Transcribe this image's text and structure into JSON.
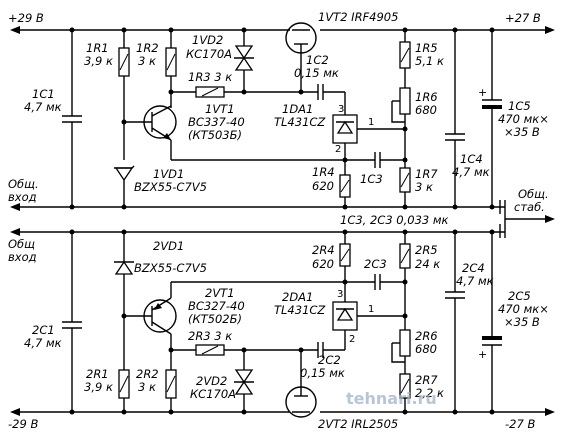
{
  "rails": {
    "top_left": "+29 В",
    "top_right": "+27 В",
    "bottom_left": "-29 В",
    "bottom_right": "-27 В",
    "common_input_top_1": "Общ.",
    "common_input_top_2": "вход",
    "common_input_bot_1": "Общ",
    "common_input_bot_2": "вход",
    "common_stab_1": "Общ.",
    "common_stab_2": "стаб."
  },
  "shared_cap": "1С3, 2С3 0,033 мк",
  "upper": {
    "r1": {
      "ref": "1R1",
      "val": "3,9 к"
    },
    "r2": {
      "ref": "1R2",
      "val": "3 к"
    },
    "vd2": {
      "ref": "1VD2",
      "val": "КС170А"
    },
    "r3": {
      "ref": "1R3 3 к"
    },
    "vt2": {
      "ref": "1VT2 IRF4905"
    },
    "c2": {
      "ref": "1С2",
      "val": "0,15 мк"
    },
    "r5": {
      "ref": "1R5",
      "val": "5,1 к"
    },
    "r6": {
      "ref": "1R6",
      "val": "680"
    },
    "c1": {
      "ref": "1С1",
      "val": "4,7 мк"
    },
    "vt1": {
      "ref": "1VT1",
      "val": "ВС337-40",
      "alt": "(КТ503Б)"
    },
    "da1": {
      "ref": "1DA1",
      "val": "TL431CZ"
    },
    "vd1": {
      "ref": "1VD1",
      "val": "BZX55-C7V5"
    },
    "r4": {
      "ref": "1R4",
      "val": "620"
    },
    "c3": {
      "ref": "1С3"
    },
    "r7": {
      "ref": "1R7",
      "val": "3 к"
    },
    "c4": {
      "ref": "1С4",
      "val": "4,7 мк"
    },
    "c5": {
      "ref": "1С5",
      "val": "470 мк×",
      "val2": "×35 В"
    },
    "pins": {
      "p1": "1",
      "p2": "2",
      "p3": "3"
    }
  },
  "lower": {
    "vd1": {
      "ref": "2VD1",
      "val": "BZX55-C7V5"
    },
    "r4": {
      "ref": "2R4",
      "val": "620"
    },
    "c3": {
      "ref": "2С3"
    },
    "r5": {
      "ref": "2R5",
      "val": "24 к"
    },
    "c4": {
      "ref": "2С4",
      "val": "4,7 мк"
    },
    "vt1": {
      "ref": "2VT1",
      "val": "ВС327-40",
      "alt": "(КТ502Б)"
    },
    "da1": {
      "ref": "2DA1",
      "val": "TL431CZ"
    },
    "c1": {
      "ref": "2С1",
      "val": "4,7 мк"
    },
    "c5": {
      "ref": "2С5",
      "val": "470 мк×",
      "val2": "×35 В"
    },
    "r6": {
      "ref": "2R6",
      "val": "680"
    },
    "r3": {
      "ref": "2R3 3 к"
    },
    "c2": {
      "ref": "2С2",
      "val": "0,15 мк"
    },
    "r1": {
      "ref": "2R1",
      "val": "3,9 к"
    },
    "r2": {
      "ref": "2R2",
      "val": "3 к"
    },
    "vd2": {
      "ref": "2VD2",
      "val": "КС170А"
    },
    "r7": {
      "ref": "2R7",
      "val": "2,2 к"
    },
    "vt2": {
      "ref": "2VT2 IRL2505"
    },
    "pins": {
      "p1": "1",
      "p2": "2",
      "p3": "3"
    }
  },
  "watermark": "tehnari.ru"
}
